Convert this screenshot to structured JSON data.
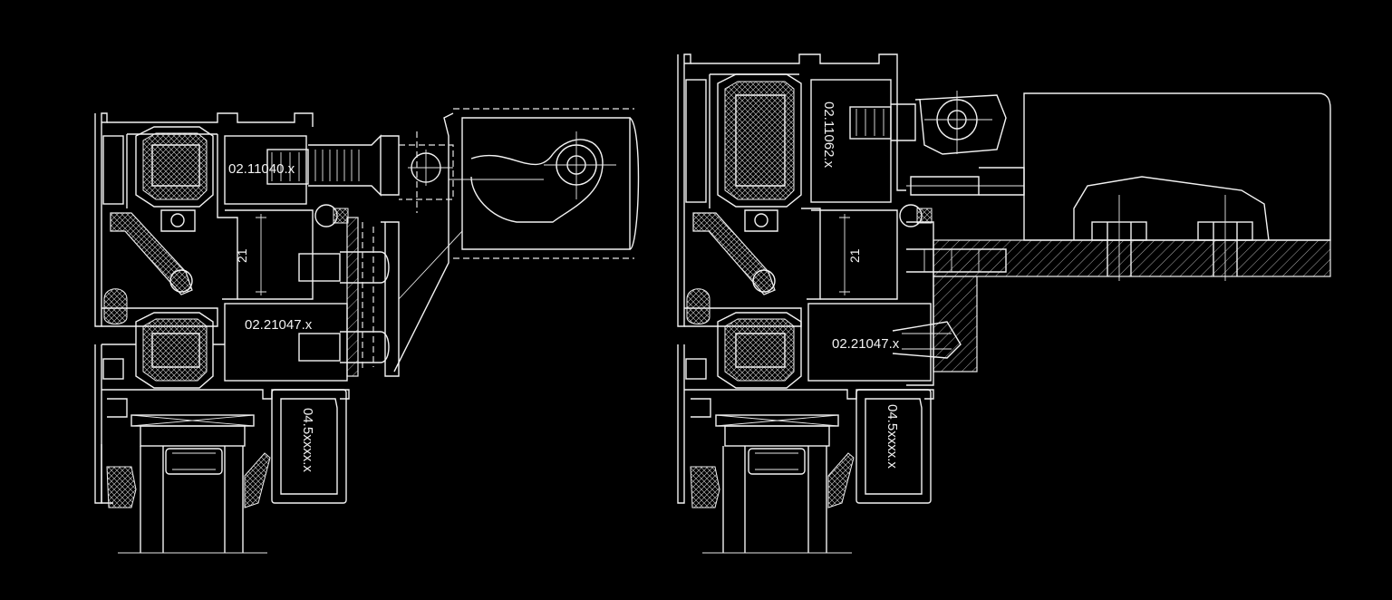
{
  "drawing": {
    "left": {
      "label_top": "02.11040.x",
      "label_mid": "02.21047.x",
      "label_bottom": "04.5xxxx.x",
      "dim": "21"
    },
    "right": {
      "label_top": "02.11062.x",
      "label_mid": "02.21047.x",
      "label_bottom": "04.5xxxx.x",
      "dim": "21"
    }
  }
}
